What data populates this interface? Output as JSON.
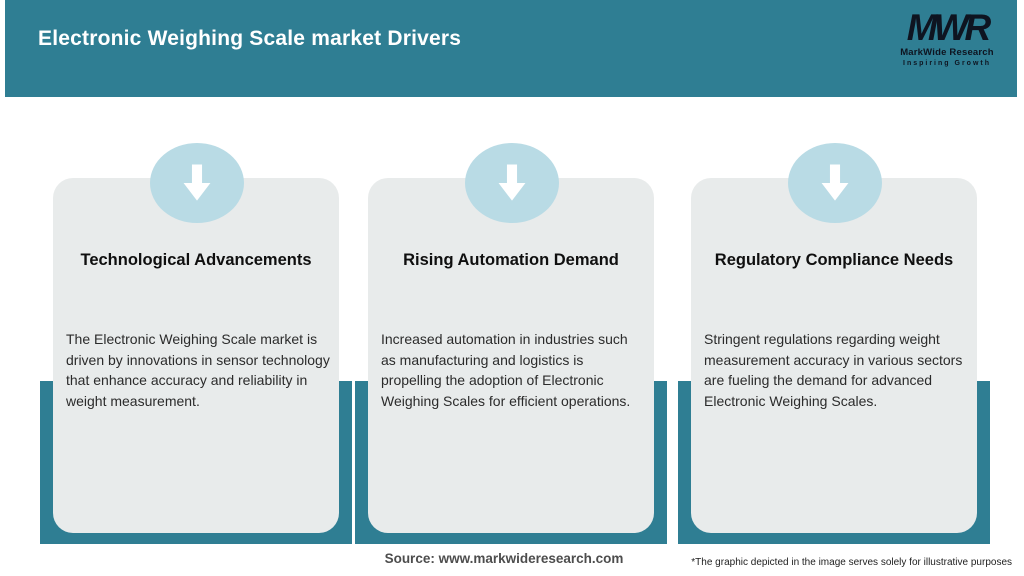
{
  "header": {
    "title": "Electronic Weighing Scale market Drivers",
    "logo": {
      "mark": "MWR",
      "name": "MarkWide Research",
      "tagline": "Inspiring Growth"
    }
  },
  "cards": [
    {
      "icon": "down-arrow-icon",
      "title": "Technological Advancements",
      "body": "The Electronic Weighing Scale market is driven by innovations in sensor technology that enhance accuracy and reliability in weight measurement."
    },
    {
      "icon": "down-arrow-icon",
      "title": "Rising Automation Demand",
      "body": "Increased automation in industries such as manufacturing and logistics is propelling the adoption of Electronic Weighing Scales for efficient operations."
    },
    {
      "icon": "down-arrow-icon",
      "title": "Regulatory Compliance Needs",
      "body": "Stringent regulations regarding weight measurement accuracy in various sectors are fueling the demand for advanced Electronic Weighing Scales."
    }
  ],
  "footer": {
    "source": "Source: www.markwideresearch.com",
    "disclaimer": "*The graphic depicted in the image serves solely for illustrative purposes"
  },
  "colors": {
    "teal": "#2f7e93",
    "circle_blue": "#b9dbe5",
    "card_gray": "#e8ebeb",
    "title_white": "#ffffff",
    "logo_black": "#0e1420"
  }
}
